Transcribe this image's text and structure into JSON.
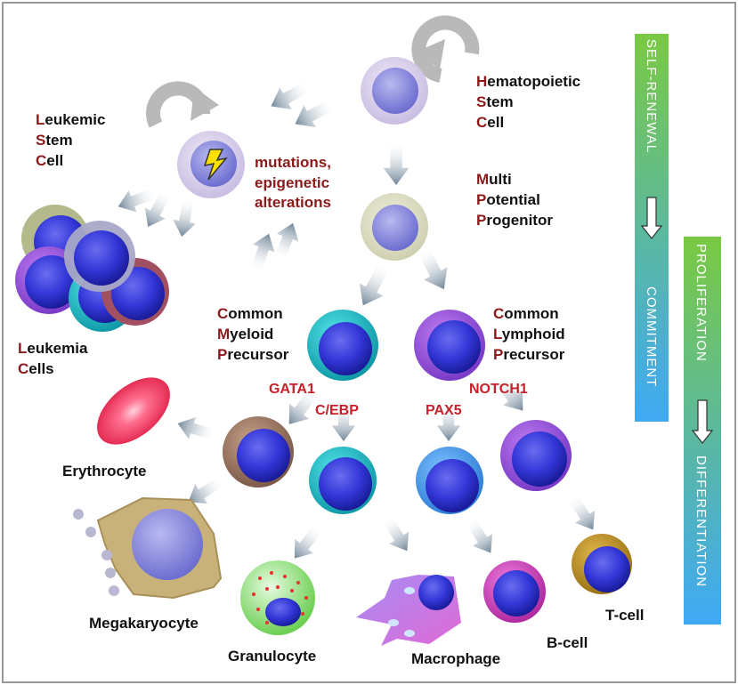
{
  "labels": {
    "hsc": {
      "caps": [
        "H",
        "S",
        "C"
      ],
      "rest": [
        "ematopoietic",
        "tem",
        "ell"
      ]
    },
    "lsc": {
      "caps": [
        "L",
        "S",
        "C"
      ],
      "rest": [
        "eukemic",
        "tem",
        "ell"
      ]
    },
    "mpp": {
      "caps": [
        "M",
        "P",
        "P"
      ],
      "rest": [
        "ulti",
        "otential",
        "rogenitor"
      ]
    },
    "cmp": {
      "caps": [
        "C",
        "M",
        "P"
      ],
      "rest": [
        "ommon",
        "yeloid",
        "recursor"
      ]
    },
    "clp": {
      "caps": [
        "C",
        "L",
        "P"
      ],
      "rest": [
        "ommon",
        "ymphoid",
        "recursor"
      ]
    },
    "leukemia": {
      "caps": [
        "L",
        "C"
      ],
      "rest": [
        "eukemia",
        "ells"
      ]
    },
    "mutations": [
      "mutations,",
      "epigenetic",
      "alterations"
    ],
    "erythrocyte": "Erythrocyte",
    "megakaryocyte": "Megakaryocyte",
    "granulocyte": "Granulocyte",
    "macrophage": "Macrophage",
    "bcell": "B-cell",
    "tcell": "T-cell"
  },
  "factors": {
    "gata1": "GATA1",
    "cebp": "C/EBP",
    "pax5": "PAX5",
    "notch1": "NOTCH1"
  },
  "bars": {
    "self_renewal": "SELF-RENEWAL",
    "commitment": "COMMITMENT",
    "proliferation": "PROLIFERATION",
    "differentiation": "DIFFERENTIATION"
  },
  "colors": {
    "accent_red": "#8b1a1a",
    "factor_red": "#c8202a",
    "green": "#7ac943",
    "blue": "#3fa9f5"
  }
}
